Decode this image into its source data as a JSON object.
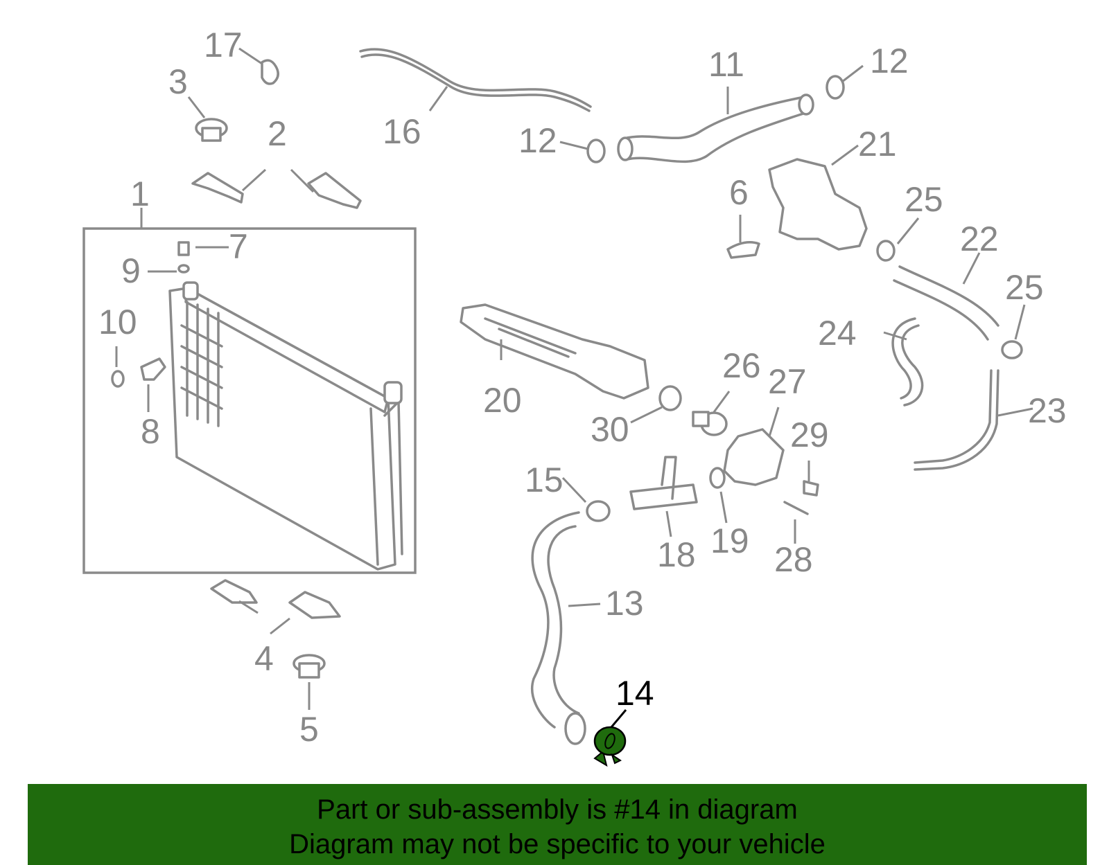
{
  "labels": [
    "1",
    "2",
    "3",
    "4",
    "5",
    "6",
    "7",
    "8",
    "9",
    "10",
    "11",
    "12",
    "12",
    "13",
    "14",
    "15",
    "16",
    "17",
    "18",
    "19",
    "20",
    "21",
    "22",
    "23",
    "24",
    "25",
    "25",
    "26",
    "27",
    "28",
    "29",
    "30"
  ],
  "highlight_part": "14",
  "colors": {
    "highlight": "#1f6b0d",
    "line": "#8a8a8a",
    "label": "#888888"
  },
  "banner": {
    "line1": "Part or sub-assembly is #14 in diagram",
    "line2": "Diagram may not be specific to your vehicle"
  }
}
